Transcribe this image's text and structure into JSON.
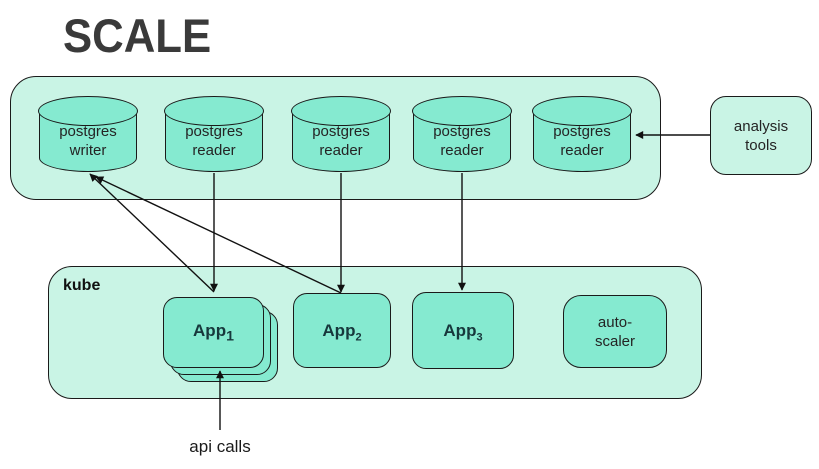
{
  "title": "SCALE",
  "colors": {
    "container_fill": "#c9f4e5",
    "node_fill": "#85ead0",
    "border": "#1a1a1a",
    "arrow": "#111111",
    "title_color": "#3a3a3a"
  },
  "database_cluster": {
    "nodes": [
      {
        "line1": "postgres",
        "line2": "writer"
      },
      {
        "line1": "postgres",
        "line2": "reader"
      },
      {
        "line1": "postgres",
        "line2": "reader"
      },
      {
        "line1": "postgres",
        "line2": "reader"
      },
      {
        "line1": "postgres",
        "line2": "reader"
      }
    ]
  },
  "analysis_tools": {
    "line1": "analysis",
    "line2": "tools"
  },
  "kube": {
    "label": "kube",
    "apps": [
      {
        "name": "App",
        "sub": "1"
      },
      {
        "name": "App",
        "sub": "2"
      },
      {
        "name": "App",
        "sub": "3"
      }
    ],
    "autoscaler": {
      "line1": "auto-",
      "line2": "scaler"
    }
  },
  "api_calls": {
    "label": "api calls"
  }
}
